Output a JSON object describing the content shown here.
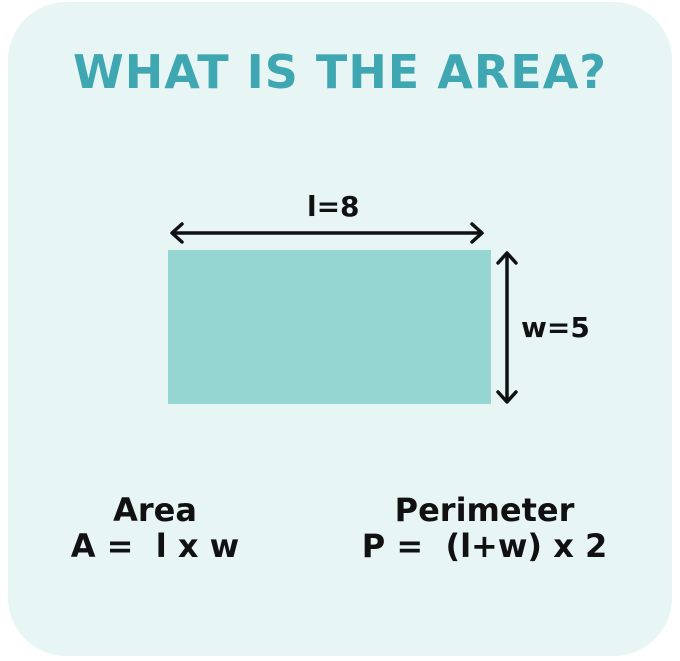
{
  "title": "WHAT IS THE AREA?",
  "colors": {
    "background": "#e8f5f5",
    "title": "#3fa7b1",
    "rectangle": "#95d6d2",
    "text": "#111111"
  },
  "diagram": {
    "length_label": "l=8",
    "width_label": "w=5"
  },
  "area": {
    "heading": "Area",
    "formula": "A =  l x w"
  },
  "perimeter": {
    "heading": "Perimeter",
    "formula": "P =  (l+w) x 2"
  }
}
